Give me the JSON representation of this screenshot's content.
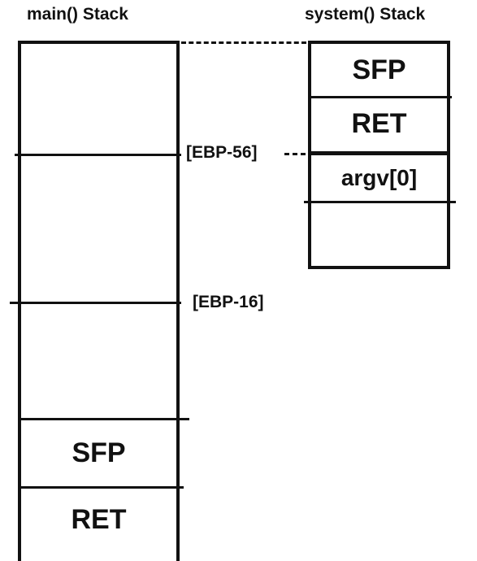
{
  "titles": {
    "main_stack": "main() Stack",
    "system_stack": "system() Stack"
  },
  "main_stack": {
    "markers": [
      "[EBP-56]",
      "[EBP-16]"
    ],
    "cells": [
      "SFP",
      "RET"
    ]
  },
  "system_stack": {
    "cells": [
      "SFP",
      "RET",
      "argv[0]"
    ]
  }
}
